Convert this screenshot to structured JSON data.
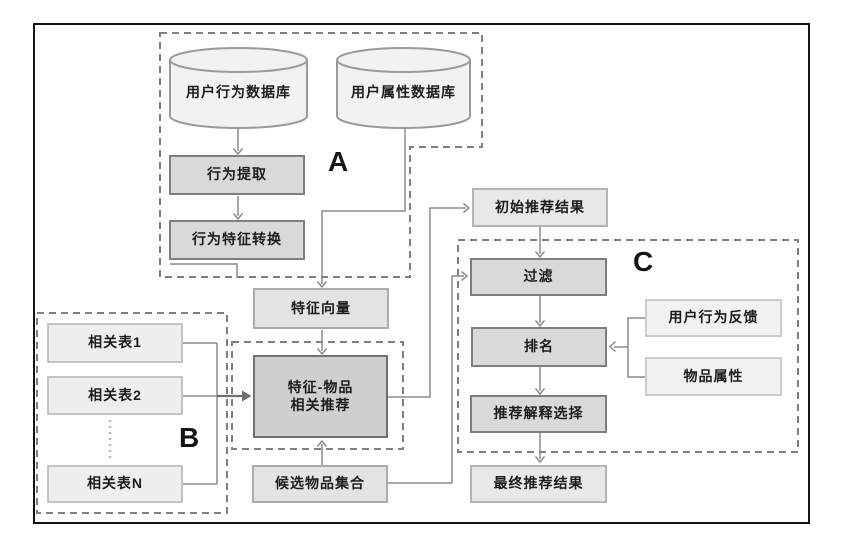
{
  "labels": {
    "section_a": "A",
    "section_b": "B",
    "section_c": "C"
  },
  "nodes": {
    "user_behavior_db": "用户行为数据库",
    "user_attribute_db": "用户属性数据库",
    "behavior_extract": "行为提取",
    "behavior_feature_convert": "行为特征转换",
    "feature_vector": "特征向量",
    "feature_item_rec_line1": "特征-物品",
    "feature_item_rec_line2": "相关推荐",
    "candidate_item_set": "候选物品集合",
    "related_table_1": "相关表1",
    "related_table_2": "相关表2",
    "related_table_n": "相关表N",
    "initial_rec_result": "初始推荐结果",
    "filter": "过滤",
    "ranking": "排名",
    "rec_explanation_select": "推荐解释选择",
    "final_rec_result": "最终推荐结果",
    "user_behavior_feedback": "用户行为反馈",
    "item_attribute": "物品属性"
  },
  "colors": {
    "frame_border": "#141414",
    "dashed_outline": "#7f7f7f",
    "connector_line": "#8c8c8c",
    "emphasis_arrow": "#6e6e6e",
    "process_box_fill": "#d9d9d9",
    "main_box_fill": "#cfcfcf",
    "result_box_fill": "#e8e8e8",
    "input_box_fill": "#eeeeee",
    "cylinder_fill": "#f2f2f2"
  }
}
